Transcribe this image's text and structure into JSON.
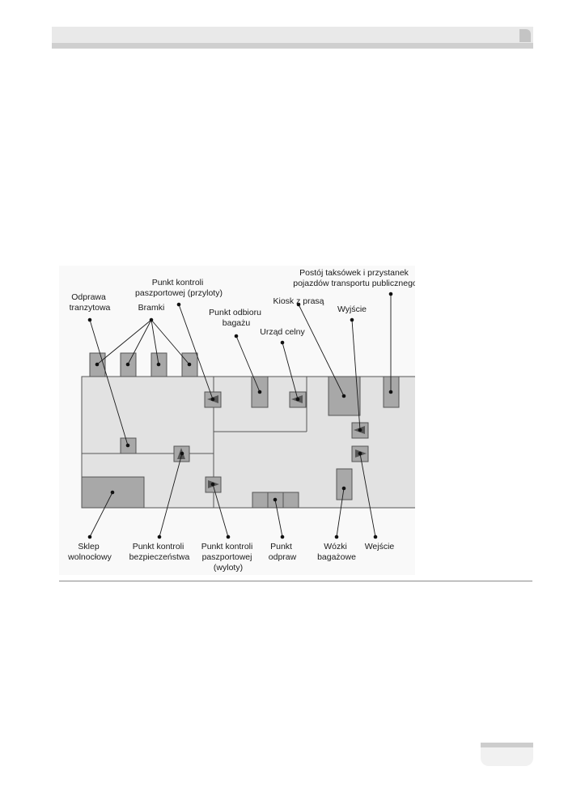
{
  "labels": {
    "odprawa_tranzytowa": [
      "Odprawa",
      "tranzytowa"
    ],
    "bramki": [
      "Bramki"
    ],
    "kontrola_przyloty": [
      "Punkt kontroli",
      "paszportowej (przyloty)"
    ],
    "odbior_bagazu": [
      "Punkt odbioru",
      "bagażu"
    ],
    "urzad_celny": [
      "Urząd celny"
    ],
    "kiosk": [
      "Kiosk z prasą"
    ],
    "wyjscie": [
      "Wyjście"
    ],
    "postoj": [
      "Postój taksówek i przystanek",
      "pojazdów transportu publicznego"
    ],
    "sklep": [
      "Sklep",
      "wolnocłowy"
    ],
    "kontrola_bezp": [
      "Punkt kontroli",
      "bezpieczeństwa"
    ],
    "kontrola_wyloty": [
      "Punkt kontroli",
      "paszportowej",
      "(wyloty)"
    ],
    "punkt_odpraw": [
      "Punkt",
      "odpraw"
    ],
    "wozki": [
      "Wózki",
      "bagażowe"
    ],
    "wejscie": [
      "Wejście"
    ]
  },
  "colors": {
    "building_fill": "#e2e2e2",
    "block_fill": "#a8a8a8",
    "outline": "#555555",
    "leader": "#1a1a1a"
  }
}
